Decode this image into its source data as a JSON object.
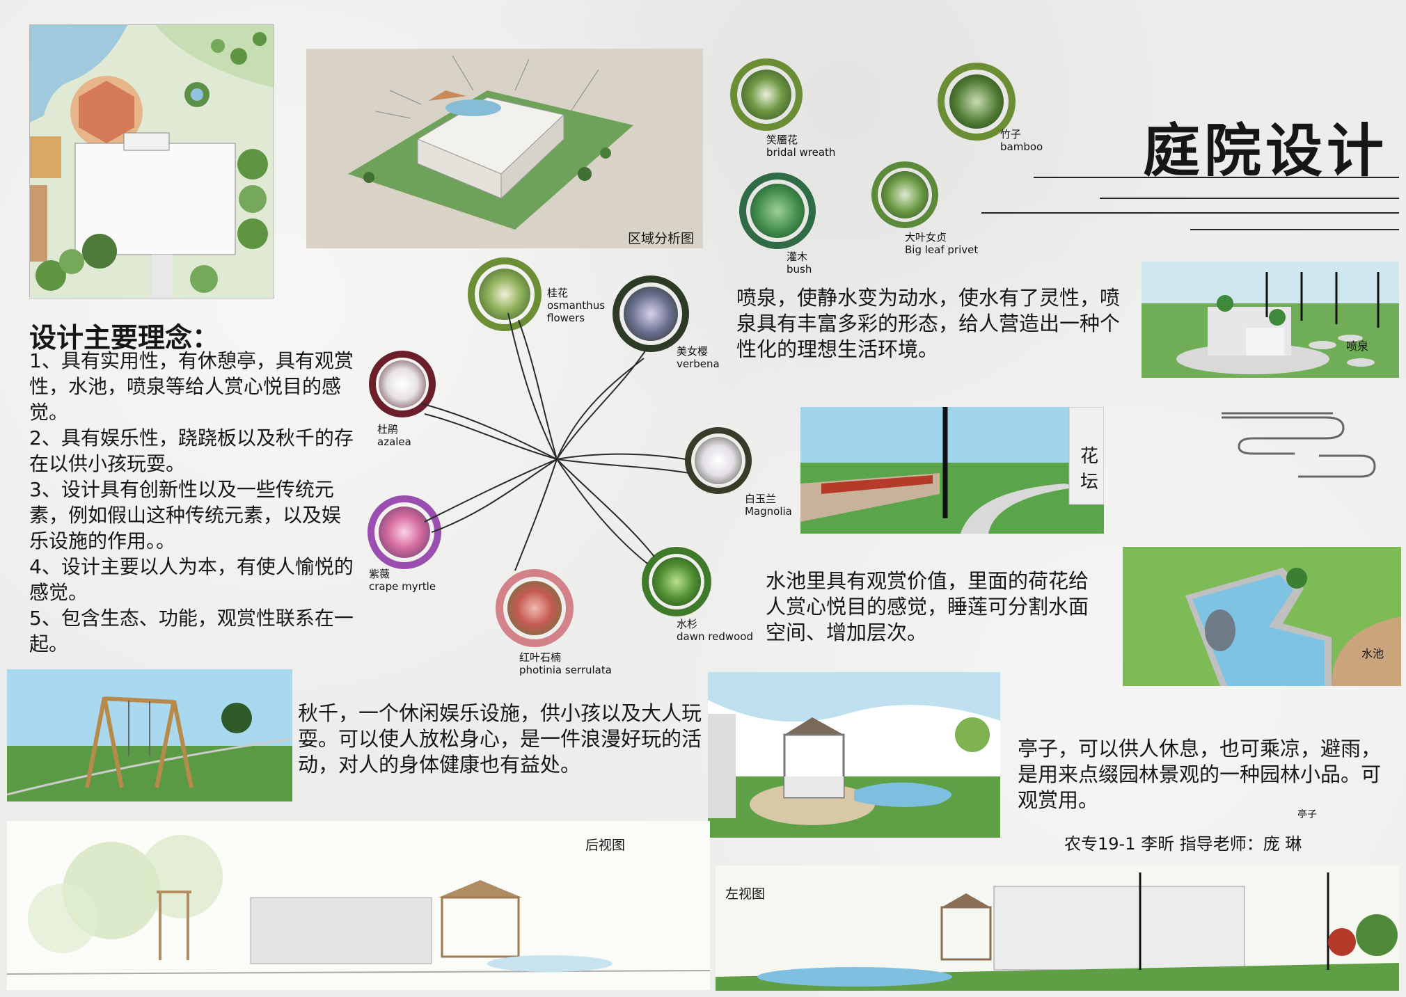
{
  "title": "庭院设计",
  "concept": {
    "heading": "设计主要理念：",
    "points": [
      "1、具有实用性，有休憩亭，具有观赏性，水池，喷泉等给人赏心悦目的感觉。",
      "2、具有娱乐性，跷跷板以及秋千的存在以供小孩玩耍。",
      "3、设计具有创新性以及一些传统元素，例如假山这种传统元素，以及娱乐设施的作用。。",
      "4、设计主要以人为本，有使人愉悦的感觉。",
      "5、包含生态、功能，观赏性联系在一起。"
    ]
  },
  "plants": [
    {
      "cn": "笑靥花",
      "en": "bridal wreath"
    },
    {
      "cn": "竹子",
      "en": "bamboo"
    },
    {
      "cn": "灌木",
      "en": "bush"
    },
    {
      "cn": "大叶女贞",
      "en": "Big leaf privet"
    },
    {
      "cn": "桂花",
      "en": "osmanthus flowers"
    },
    {
      "cn": "美女樱",
      "en": "verbena"
    },
    {
      "cn": "杜鹃",
      "en": "azalea"
    },
    {
      "cn": "白玉兰",
      "en": "Magnolia"
    },
    {
      "cn": "紫薇",
      "en": "crape myrtle"
    },
    {
      "cn": "红叶石楠",
      "en": "photinia serrulata"
    },
    {
      "cn": "水杉",
      "en": "dawn redwood"
    }
  ],
  "captions": {
    "region_analysis": "区域分析图",
    "fountain_label": "喷泉",
    "flowerbed_label": "花坛",
    "pond_label": "水池",
    "pavilion_label": "亭子",
    "back_view": "后视图",
    "left_view": "左视图"
  },
  "descriptions": {
    "fountain": "喷泉，使静水变为动水，使水有了灵性，喷泉具有丰富多彩的形态，给人营造出一种个性化的理想生活环境。",
    "pond": "水池里具有观赏价值，里面的荷花给人赏心悦目的感觉，睡莲可分割水面空间、增加层次。",
    "swing": "秋千，一个休闲娱乐设施，供小孩以及大人玩耍。可以使人放松身心，是一件浪漫好玩的活动，对人的身体健康也有益处。",
    "pavilion": "亭子，可以供人休息，也可乘凉，避雨，是用来点缀园林景观的一种园林小品。可观赏用。"
  },
  "credit": "农专19-1 李昕 指导老师：庞 琳",
  "colors": {
    "background": "#ededeb",
    "ink": "#161616",
    "grass": "#6aa84f",
    "water": "#7fb9d6",
    "ring_green": "#6f8f3a",
    "ring_dark": "#2f3a22"
  }
}
